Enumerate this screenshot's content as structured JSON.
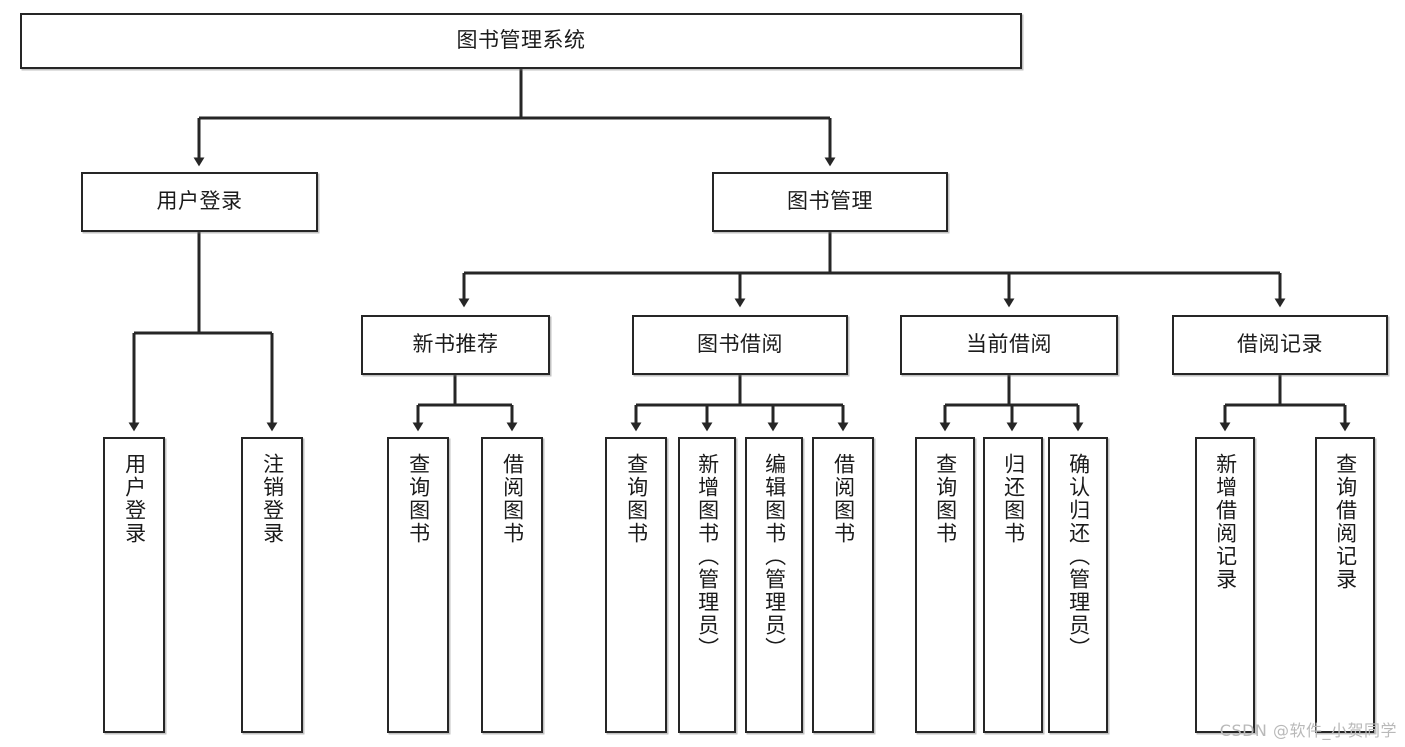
{
  "diagram": {
    "type": "tree",
    "title": "图书管理系统",
    "root": {
      "label": "图书管理系统"
    },
    "level1": [
      {
        "label": "用户登录"
      },
      {
        "label": "图书管理"
      }
    ],
    "level2": [
      {
        "label": "新书推荐"
      },
      {
        "label": "图书借阅"
      },
      {
        "label": "当前借阅"
      },
      {
        "label": "借阅记录"
      }
    ],
    "leaves": {
      "user_login": [
        {
          "label": "用户登录"
        },
        {
          "label": "注销登录"
        }
      ],
      "new_book_recommend": [
        {
          "label": "查询图书"
        },
        {
          "label": "借阅图书"
        }
      ],
      "book_borrow": [
        {
          "label": "查询图书"
        },
        {
          "label": "新增图书（管理员）"
        },
        {
          "label": "编辑图书（管理员）"
        },
        {
          "label": "借阅图书"
        }
      ],
      "current_borrow": [
        {
          "label": "查询图书"
        },
        {
          "label": "归还图书"
        },
        {
          "label": "确认归还（管理员）"
        }
      ],
      "borrow_record": [
        {
          "label": "新增借阅记录"
        },
        {
          "label": "查询借阅记录"
        }
      ]
    }
  },
  "watermark": {
    "text": "CSDN @软件_小贺同学"
  },
  "colors": {
    "stroke": "#262626",
    "fill": "#ffffff",
    "text": "#1b1b1b",
    "watermark": "#b9b9b9"
  }
}
